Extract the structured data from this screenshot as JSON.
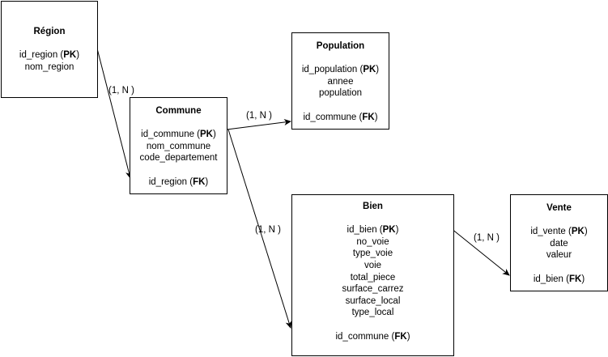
{
  "entities": {
    "region": {
      "title": "Région",
      "attrs": [
        {
          "name": "id_region (",
          "key": "PK",
          "close": ")"
        },
        {
          "name": "nom_region"
        }
      ]
    },
    "commune": {
      "title": "Commune",
      "attrs": [
        {
          "name": "id_commune (",
          "key": "PK",
          "close": ")"
        },
        {
          "name": "nom_commune"
        },
        {
          "name": "code_departement"
        }
      ],
      "fk": {
        "name": "id_region (",
        "key": "FK",
        "close": ")"
      }
    },
    "population": {
      "title": "Population",
      "attrs": [
        {
          "name": "id_population (",
          "key": "PK",
          "close": ")"
        },
        {
          "name": "annee"
        },
        {
          "name": "population"
        }
      ],
      "fk": {
        "name": "id_commune (",
        "key": "FK",
        "close": ")"
      }
    },
    "bien": {
      "title": "Bien",
      "attrs": [
        {
          "name": "id_bien (",
          "key": "PK",
          "close": ")"
        },
        {
          "name": "no_voie"
        },
        {
          "name": "type_voie"
        },
        {
          "name": "voie"
        },
        {
          "name": "total_piece"
        },
        {
          "name": "surface_carrez"
        },
        {
          "name": "surface_local"
        },
        {
          "name": "type_local"
        }
      ],
      "fk": {
        "name": "id_commune (",
        "key": "FK",
        "close": ")"
      }
    },
    "vente": {
      "title": "Vente",
      "attrs": [
        {
          "name": "id_vente (",
          "key": "PK",
          "close": ")"
        },
        {
          "name": "date"
        },
        {
          "name": "valeur"
        }
      ],
      "fk": {
        "name": "id_bien (",
        "key": "FK",
        "close": ")"
      }
    }
  },
  "relations": {
    "region_commune": "(1, N )",
    "commune_population": "(1, N )",
    "commune_bien": "(1, N )",
    "bien_vente": "(1, N )"
  },
  "colors": {
    "stroke": "#000000",
    "background": "#ffffff"
  }
}
